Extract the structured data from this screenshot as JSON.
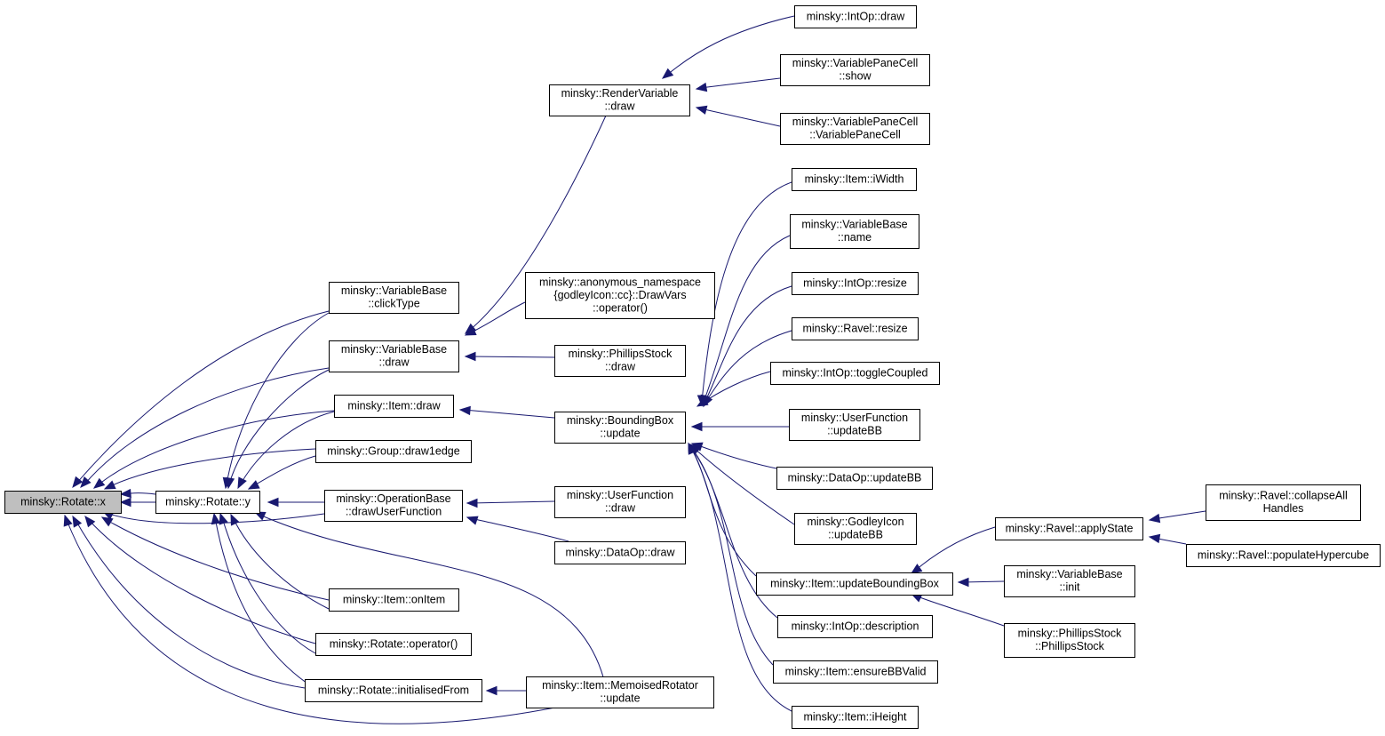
{
  "nodes": [
    {
      "id": "rotate_x",
      "lines": [
        "minsky::Rotate::x"
      ],
      "highlight": true
    },
    {
      "id": "rotate_y",
      "lines": [
        "minsky::Rotate::y"
      ]
    },
    {
      "id": "vb_clickType",
      "lines": [
        "minsky::VariableBase",
        "::clickType"
      ]
    },
    {
      "id": "vb_draw",
      "lines": [
        "minsky::VariableBase",
        "::draw"
      ]
    },
    {
      "id": "item_draw",
      "lines": [
        "minsky::Item::draw"
      ]
    },
    {
      "id": "group_draw1edge",
      "lines": [
        "minsky::Group::draw1edge"
      ]
    },
    {
      "id": "opbase_duf",
      "lines": [
        "minsky::OperationBase",
        "::drawUserFunction"
      ]
    },
    {
      "id": "item_onItem",
      "lines": [
        "minsky::Item::onItem"
      ]
    },
    {
      "id": "rotate_op",
      "lines": [
        "minsky::Rotate::operator()"
      ]
    },
    {
      "id": "rotate_init",
      "lines": [
        "minsky::Rotate::initialisedFrom"
      ]
    },
    {
      "id": "rendervar_draw",
      "lines": [
        "minsky::RenderVariable",
        "::draw"
      ]
    },
    {
      "id": "anon_drawvars",
      "lines": [
        "minsky::anonymous_namespace",
        "{godleyIcon::cc}::DrawVars",
        "::operator()"
      ]
    },
    {
      "id": "phillips_draw",
      "lines": [
        "minsky::PhillipsStock",
        "::draw"
      ]
    },
    {
      "id": "bbox_update",
      "lines": [
        "minsky::BoundingBox",
        "::update"
      ]
    },
    {
      "id": "uf_draw",
      "lines": [
        "minsky::UserFunction",
        "::draw"
      ]
    },
    {
      "id": "dataop_draw",
      "lines": [
        "minsky::DataOp::draw"
      ]
    },
    {
      "id": "memo_update",
      "lines": [
        "minsky::Item::MemoisedRotator",
        "::update"
      ]
    },
    {
      "id": "intop_draw",
      "lines": [
        "minsky::IntOp::draw"
      ]
    },
    {
      "id": "vpc_show",
      "lines": [
        "minsky::VariablePaneCell",
        "::show"
      ]
    },
    {
      "id": "vpc_ctor",
      "lines": [
        "minsky::VariablePaneCell",
        "::VariablePaneCell"
      ]
    },
    {
      "id": "item_iWidth",
      "lines": [
        "minsky::Item::iWidth"
      ]
    },
    {
      "id": "vb_name",
      "lines": [
        "minsky::VariableBase",
        "::name"
      ]
    },
    {
      "id": "intop_resize",
      "lines": [
        "minsky::IntOp::resize"
      ]
    },
    {
      "id": "ravel_resize",
      "lines": [
        "minsky::Ravel::resize"
      ]
    },
    {
      "id": "intop_toggle",
      "lines": [
        "minsky::IntOp::toggleCoupled"
      ]
    },
    {
      "id": "uf_updateBB",
      "lines": [
        "minsky::UserFunction",
        "::updateBB"
      ]
    },
    {
      "id": "dataop_updateBB",
      "lines": [
        "minsky::DataOp::updateBB"
      ]
    },
    {
      "id": "godley_updateBB",
      "lines": [
        "minsky::GodleyIcon",
        "::updateBB"
      ]
    },
    {
      "id": "item_updateBBox",
      "lines": [
        "minsky::Item::updateBoundingBox"
      ]
    },
    {
      "id": "intop_desc",
      "lines": [
        "minsky::IntOp::description"
      ]
    },
    {
      "id": "item_ensureBB",
      "lines": [
        "minsky::Item::ensureBBValid"
      ]
    },
    {
      "id": "item_iHeight",
      "lines": [
        "minsky::Item::iHeight"
      ]
    },
    {
      "id": "ravel_applyState",
      "lines": [
        "minsky::Ravel::applyState"
      ]
    },
    {
      "id": "vb_init",
      "lines": [
        "minsky::VariableBase",
        "::init"
      ]
    },
    {
      "id": "phillips_ctor",
      "lines": [
        "minsky::PhillipsStock",
        "::PhillipsStock"
      ]
    },
    {
      "id": "ravel_collapse",
      "lines": [
        "minsky::Ravel::collapseAll",
        "Handles"
      ]
    },
    {
      "id": "ravel_populate",
      "lines": [
        "minsky::Ravel::populateHypercube"
      ]
    }
  ],
  "colors": {
    "edge": "#191970",
    "node_border": "#000000",
    "highlight_fill": "#bfbfbf",
    "background": "#ffffff"
  }
}
